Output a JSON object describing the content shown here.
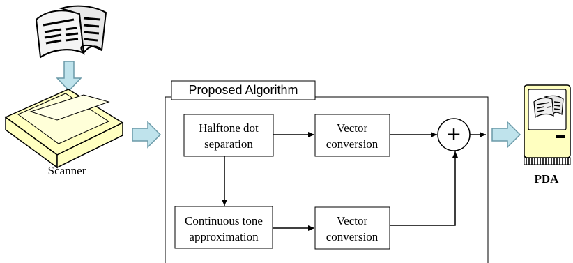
{
  "diagram": {
    "algorithm_title": "Proposed Algorithm",
    "scanner_label": "Scanner",
    "pda_label": "PDA",
    "blocks": {
      "halftone": [
        "Halftone dot",
        "separation"
      ],
      "vector_top": [
        "Vector",
        "conversion"
      ],
      "continuous": [
        "Continuous tone",
        "approximation"
      ],
      "vector_bottom": [
        "Vector",
        "conversion"
      ]
    },
    "sum_symbol": "+"
  },
  "colors": {
    "arrow_fill": "#bfe3ec",
    "arrow_stroke": "#6b9aa8",
    "scanner_fill": "#ffffc0",
    "pda_fill": "#ffffc0",
    "line": "#000000"
  },
  "icons": [
    "newspaper-icon",
    "scanner-icon",
    "pda-icon"
  ]
}
